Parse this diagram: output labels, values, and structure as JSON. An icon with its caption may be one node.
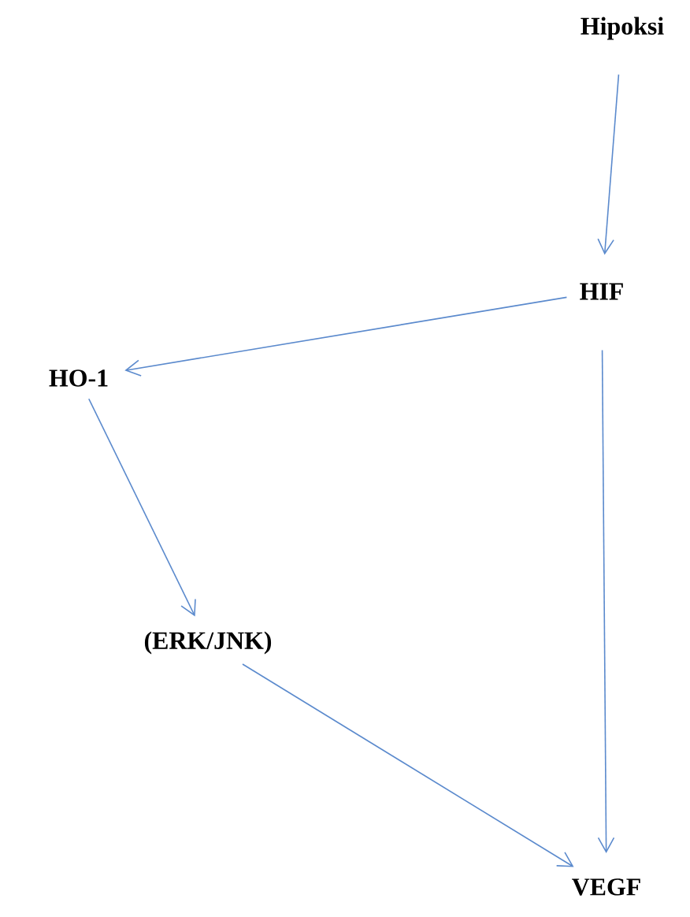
{
  "diagram": {
    "nodes": [
      {
        "text": [
          "Hipoksi"
        ]
      },
      {
        "text": [
          "HIF"
        ]
      },
      {
        "text": [
          "HO-1"
        ]
      },
      {
        "text": [
          "(ERK/JNK)"
        ]
      },
      {
        "text": [
          "VEGF"
        ]
      }
    ],
    "edges": [
      {
        "from": 0,
        "to": 1,
        "arrow": "to"
      },
      {
        "from": 1,
        "to": 2,
        "arrow": "to"
      },
      {
        "from": 2,
        "to": 3,
        "arrow": "to"
      },
      {
        "from": 3,
        "to": 4,
        "arrow": "to"
      },
      {
        "from": 1,
        "to": 4,
        "arrow": "to"
      }
    ]
  }
}
